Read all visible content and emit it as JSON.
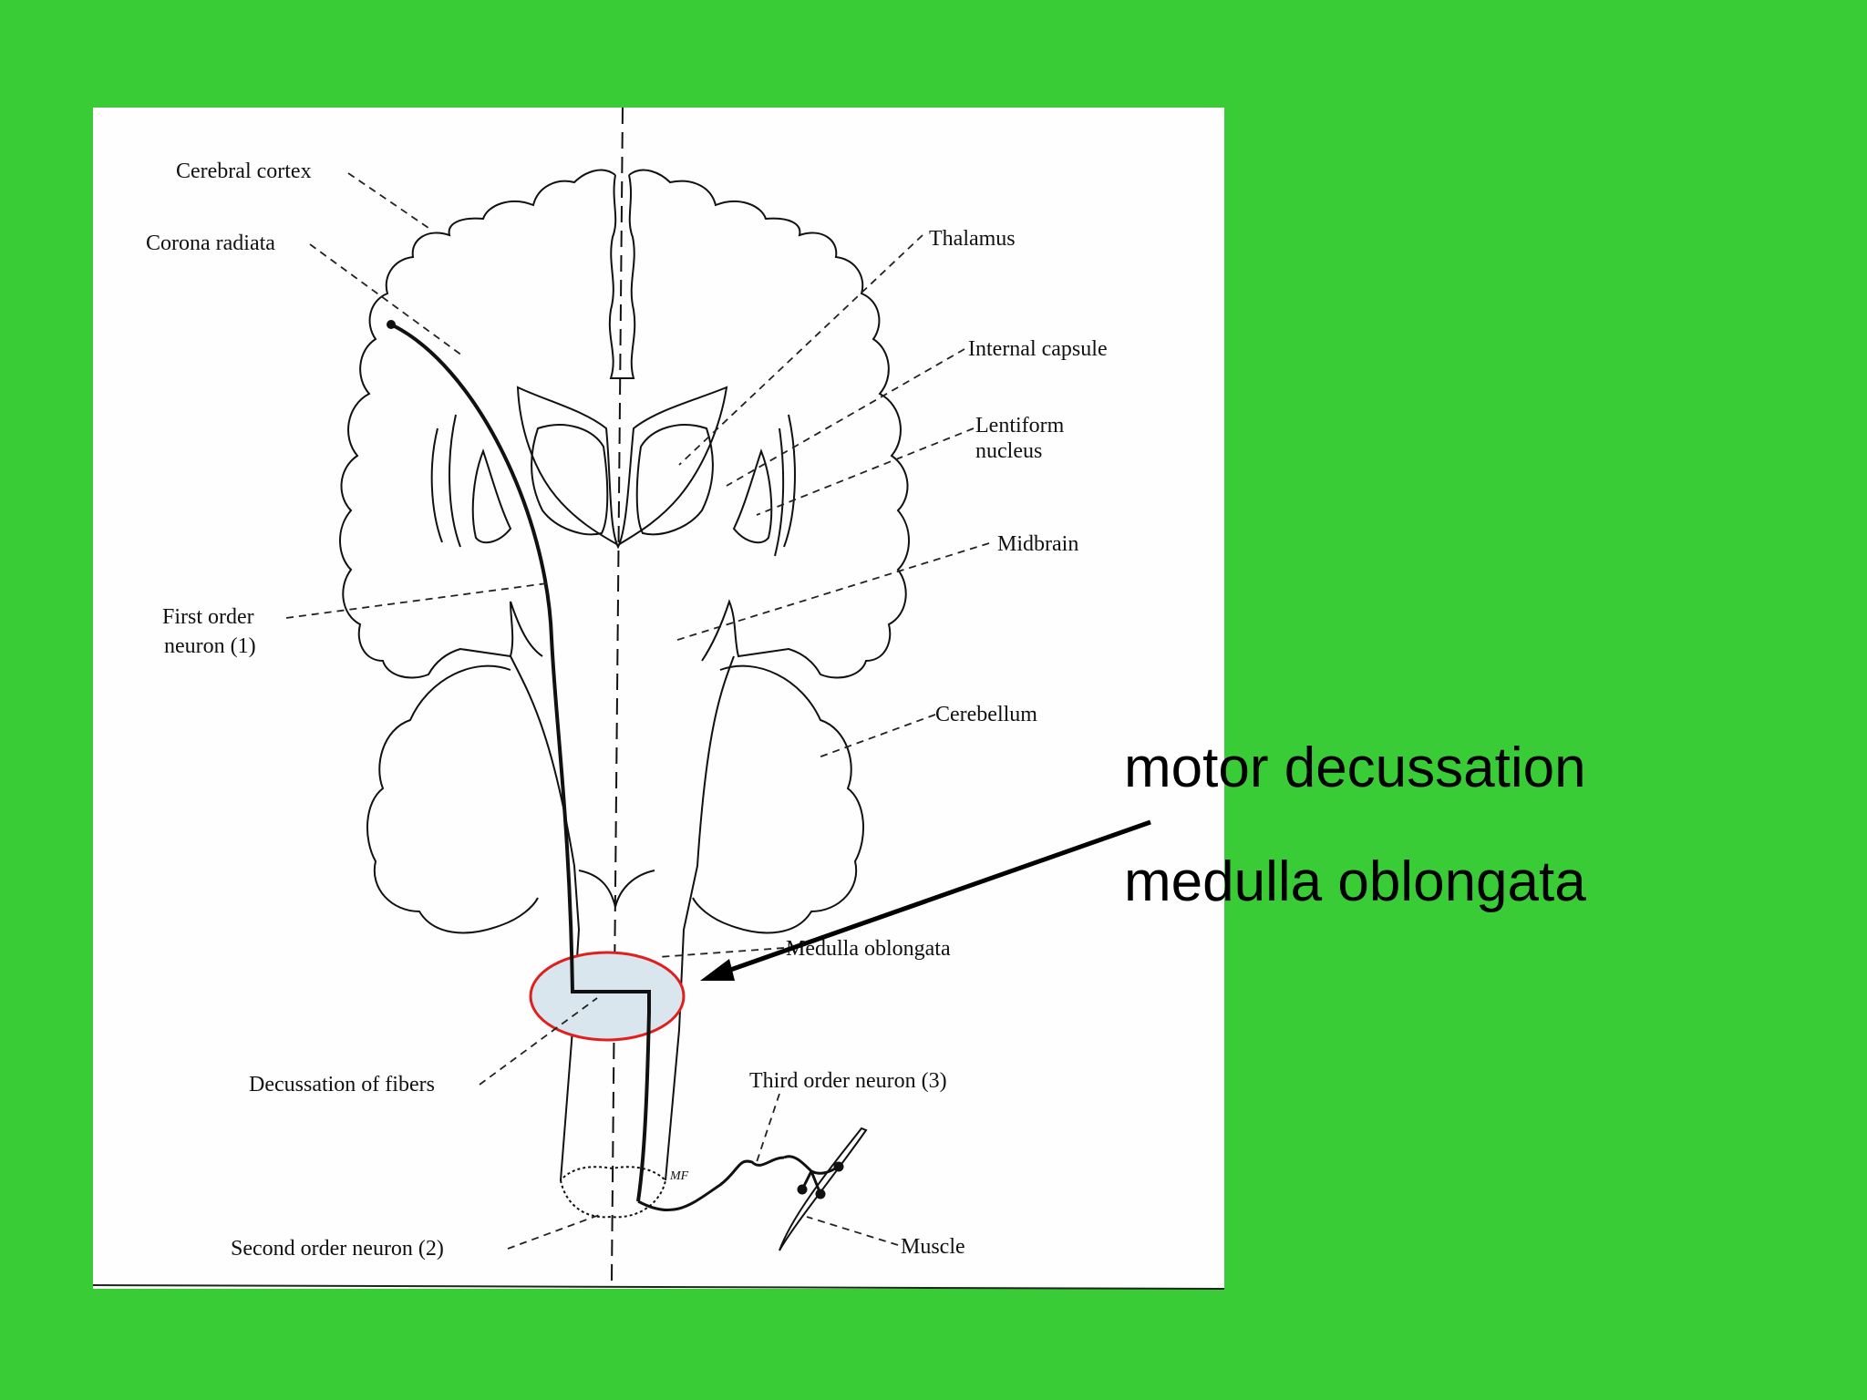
{
  "slide": {
    "background_color": "#39cc36",
    "panel_color": "#fdfefd",
    "highlight_stroke": "#e01f1f",
    "highlight_fill": "#d9e6ee"
  },
  "diagram": {
    "labels": {
      "cerebral_cortex": "Cerebral cortex",
      "corona_radiata": "Corona radiata",
      "thalamus": "Thalamus",
      "internal_capsule": "Internal capsule",
      "lentiform_line1": "Lentiform",
      "lentiform_line2": "nucleus",
      "midbrain": "Midbrain",
      "first_order_line1": "First order",
      "first_order_line2": "neuron (1)",
      "cerebellum": "Cerebellum",
      "medulla_oblongata": "Medulla oblongata",
      "decussation_of_fibers": "Decussation of fibers",
      "third_order_neuron": "Third order neuron (3)",
      "second_order_neuron": "Second order neuron (2)",
      "muscle": "Muscle",
      "initials": "MF"
    }
  },
  "annotations": {
    "motor_decussation": "motor decussation",
    "medulla_oblongata": "medulla oblongata"
  }
}
